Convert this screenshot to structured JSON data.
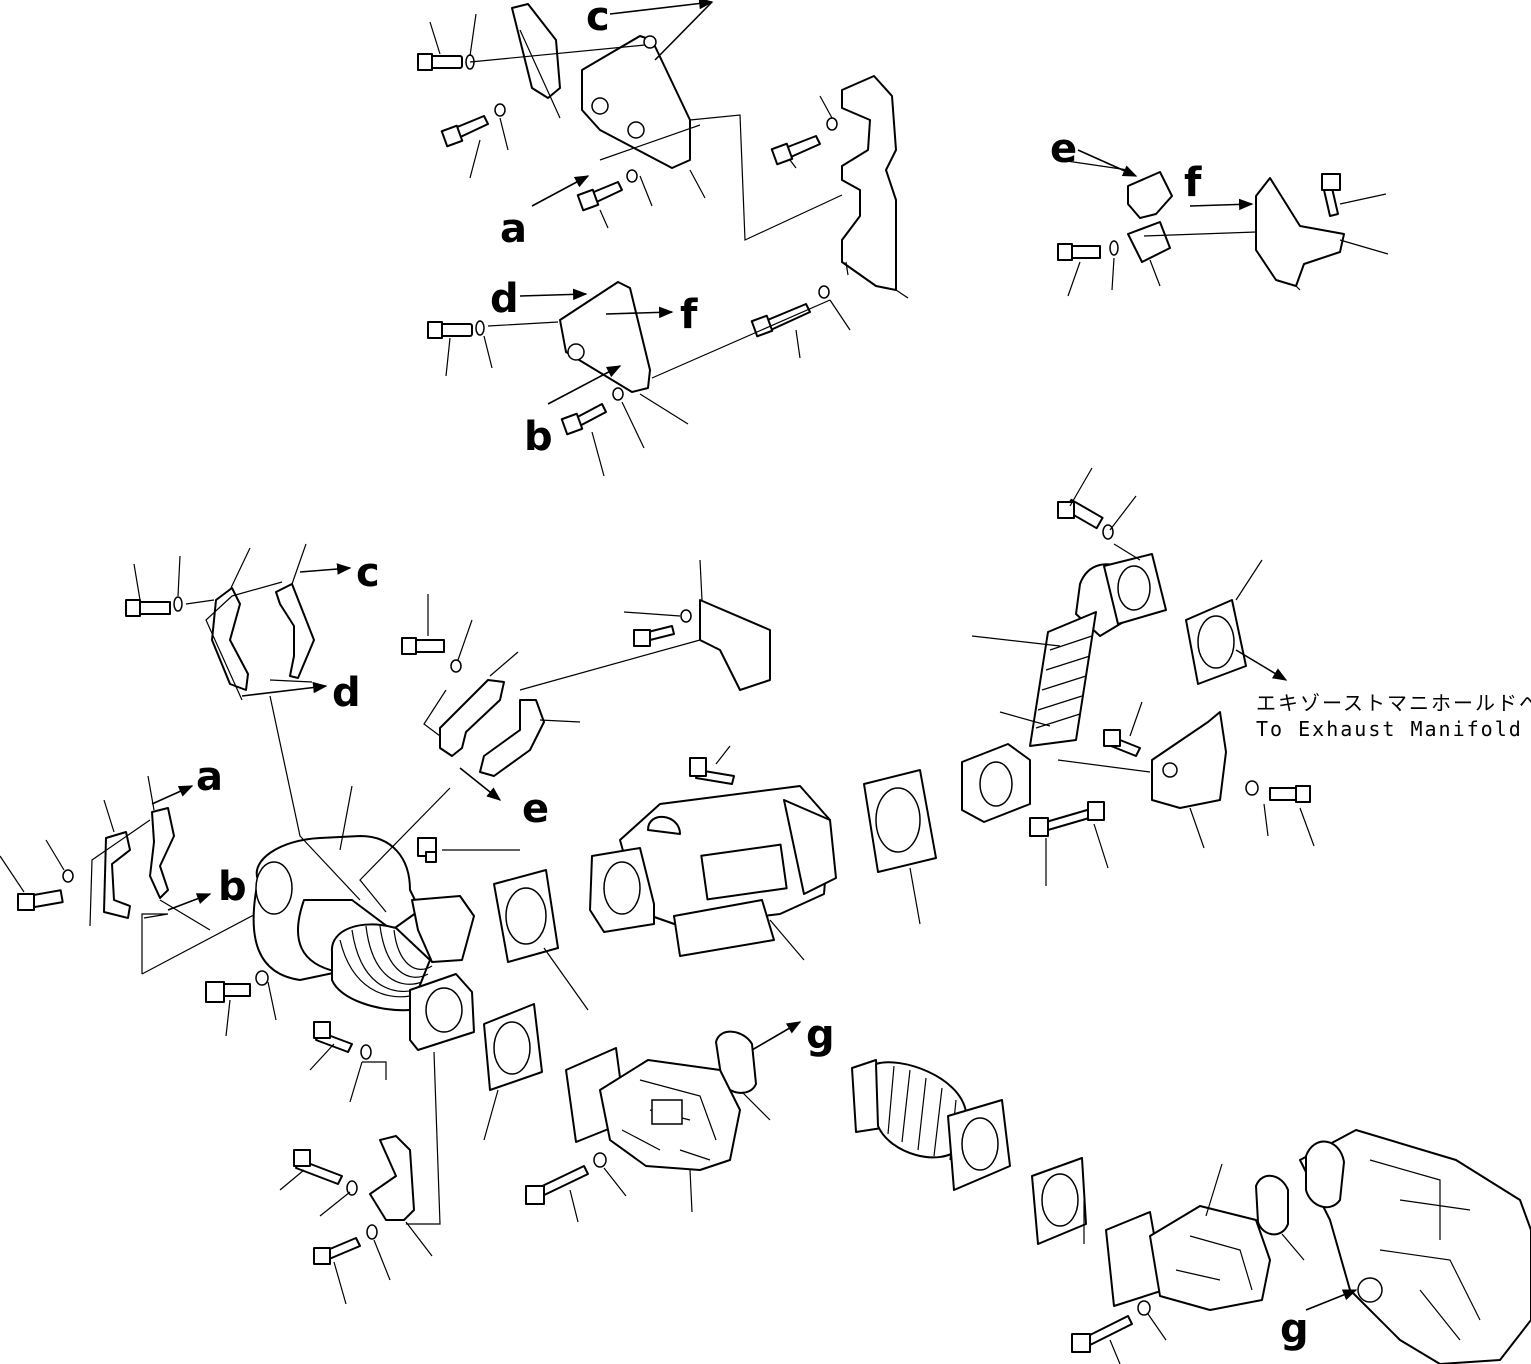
{
  "labels": {
    "a": "a",
    "b": "b",
    "c": "c",
    "d": "d",
    "e": "e",
    "f": "f",
    "g": "g"
  },
  "note": {
    "jp": "エキゾーストマニホールドへ",
    "en": "To Exhaust Manifold"
  }
}
